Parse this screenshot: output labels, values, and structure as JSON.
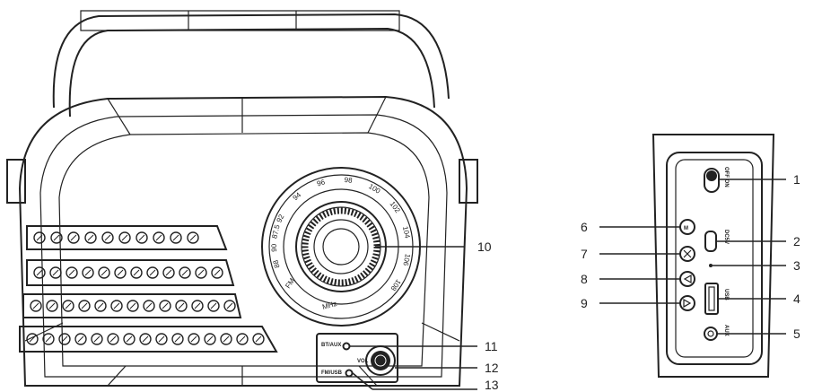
{
  "dial": {
    "scale": [
      "92",
      "94",
      "96",
      "98",
      "100",
      "102",
      "104",
      "106",
      "108"
    ],
    "left_scale": [
      "88",
      "90",
      "87.5"
    ],
    "band": "FM",
    "unit": "MHz"
  },
  "front_labels": {
    "bt_aux": "BT/AUX",
    "fm_usb": "FM/USB",
    "vol": "VOL"
  },
  "side_labels": {
    "off_on": "OFF ON",
    "dc5v": "DC5V",
    "usb": "USB",
    "aux": "AUX"
  },
  "callouts": {
    "n1": "1",
    "n2": "2",
    "n3": "3",
    "n4": "4",
    "n5": "5",
    "n6": "6",
    "n7": "7",
    "n8": "8",
    "n9": "9",
    "n10": "10",
    "n11": "11",
    "n12": "12",
    "n13": "13"
  }
}
